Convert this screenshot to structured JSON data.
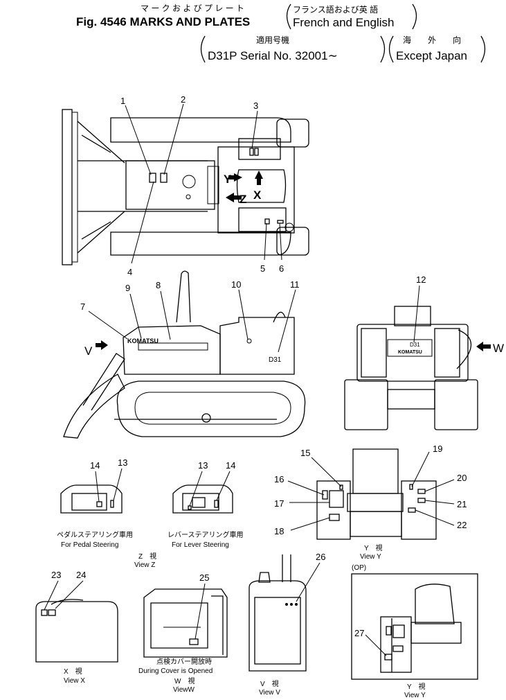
{
  "header": {
    "jp_title": "マ ー ク お よ び プ レ ー ト",
    "fig_title": "Fig. 4546 MARKS AND PLATES",
    "jp_lang": "フランス語および英 語",
    "lang": "French and English",
    "jp_applicable": "適用号機",
    "serial": "D31P Serial No. 32001∼",
    "jp_overseas": "海　　外　　向",
    "except": "Except Japan"
  },
  "labels": {
    "komatsu": "KOMATSU",
    "d31": "D31",
    "v": "V",
    "w": "W",
    "x": "X",
    "y": "Y",
    "z": "Z",
    "op": "(OP)"
  },
  "captions": {
    "pedal_jp": "ペダルステアリング車用",
    "pedal": "For Pedal Steering",
    "lever_jp": "レバーステアリング車用",
    "lever": "For Lever Steering",
    "view_z_jp": "Z　視",
    "view_z": "View Z",
    "view_y_jp": "Y　視",
    "view_y": "View Y",
    "view_x_jp": "X　視",
    "view_x": "View X",
    "cover_jp": "点検カバー開放時",
    "cover": "During Cover is Opened",
    "view_w_jp": "W　視",
    "view_w": "ViewW",
    "view_v_jp": "V　視",
    "view_v": "View V",
    "view_y2_jp": "Y　視",
    "view_y2": "View Y"
  },
  "callouts": [
    "1",
    "2",
    "3",
    "4",
    "5",
    "6",
    "7",
    "8",
    "9",
    "10",
    "11",
    "12",
    "13",
    "14",
    "15",
    "16",
    "17",
    "18",
    "19",
    "20",
    "21",
    "22",
    "23",
    "24",
    "25",
    "26",
    "27",
    "13",
    "14"
  ]
}
